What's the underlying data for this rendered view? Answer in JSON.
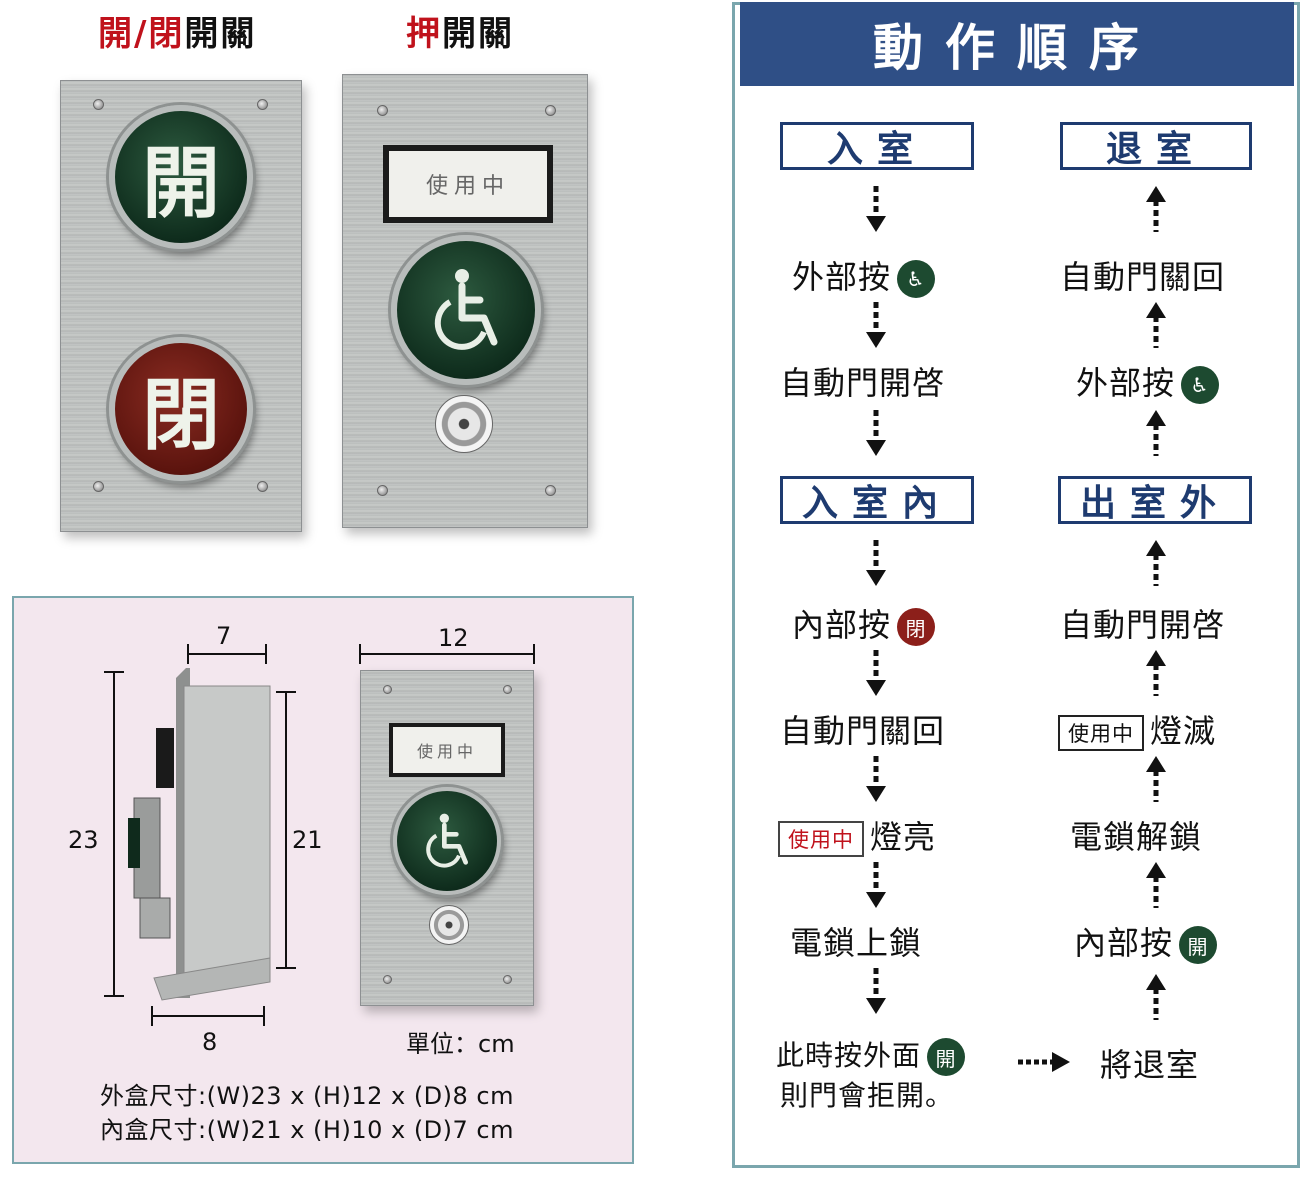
{
  "products": {
    "title_left_red": "開/閉",
    "title_left_black": "開關",
    "title_right_red": "押",
    "title_right_black": "開關",
    "btn_open": "開",
    "btn_close": "閉",
    "window_label": "使用中"
  },
  "dimensions": {
    "depth_inner": "7",
    "width_front": "12",
    "height_outer": "23",
    "height_inner": "21",
    "depth_outer": "8",
    "unit": "單位：cm",
    "window_label": "使用中",
    "outer_spec": "外盒尺寸:(W)23 x (H)12 x (D)8 cm",
    "inner_spec": "內盒尺寸:(W)21 x (H)10 x (D)7 cm"
  },
  "sequence": {
    "title": "動作順序",
    "left": {
      "box1": "入室",
      "step1": "外部按",
      "step2": "自動門開啓",
      "box2": "入室內",
      "step3": "內部按",
      "step3_badge": "閉",
      "step4": "自動門關回",
      "step5_tag": "使用中",
      "step5": "燈亮",
      "step6": "電鎖上鎖",
      "step7_line1": "此時按外面",
      "step7_badge": "開",
      "step7_line2": "則門會拒開。"
    },
    "right": {
      "box1": "退室",
      "step1": "自動門關回",
      "step2": "外部按",
      "box2": "出室外",
      "step3": "自動門開啓",
      "step4_tag": "使用中",
      "step4": "燈滅",
      "step5": "電鎖解鎖",
      "step6": "內部按",
      "step6_badge": "開",
      "step7": "將退室"
    }
  }
}
